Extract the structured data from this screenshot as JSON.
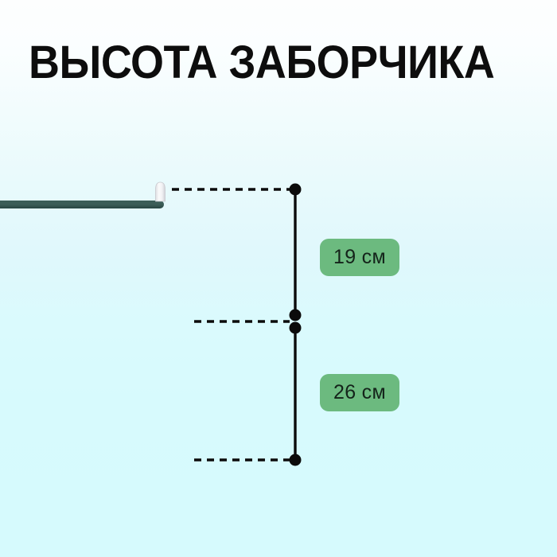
{
  "page": {
    "title": "ВЫСОТА ЗАБОРЧИКА",
    "background_top_color": "#fdfefe",
    "background_bottom_color": "#d6fafd"
  },
  "measurements": {
    "upper": {
      "label": "19 см",
      "value": 19,
      "unit": "см",
      "badge_color": "#6cba7f",
      "text_color": "#14231a"
    },
    "lower": {
      "label": "26 см",
      "value": 26,
      "unit": "см",
      "badge_color": "#6cba7f",
      "text_color": "#14231a"
    }
  },
  "product": {
    "frame_color": "#16302c",
    "frame_highlight_color": "#3f635c",
    "cap_color": "#f2f2f4",
    "horizontal_bar_count": 3,
    "post_cap": "rounded-white-cap"
  },
  "dimension_lines": {
    "color": "#0b0b0b",
    "style": "dashed-leader-with-dot-markers",
    "marker_count": 4
  }
}
